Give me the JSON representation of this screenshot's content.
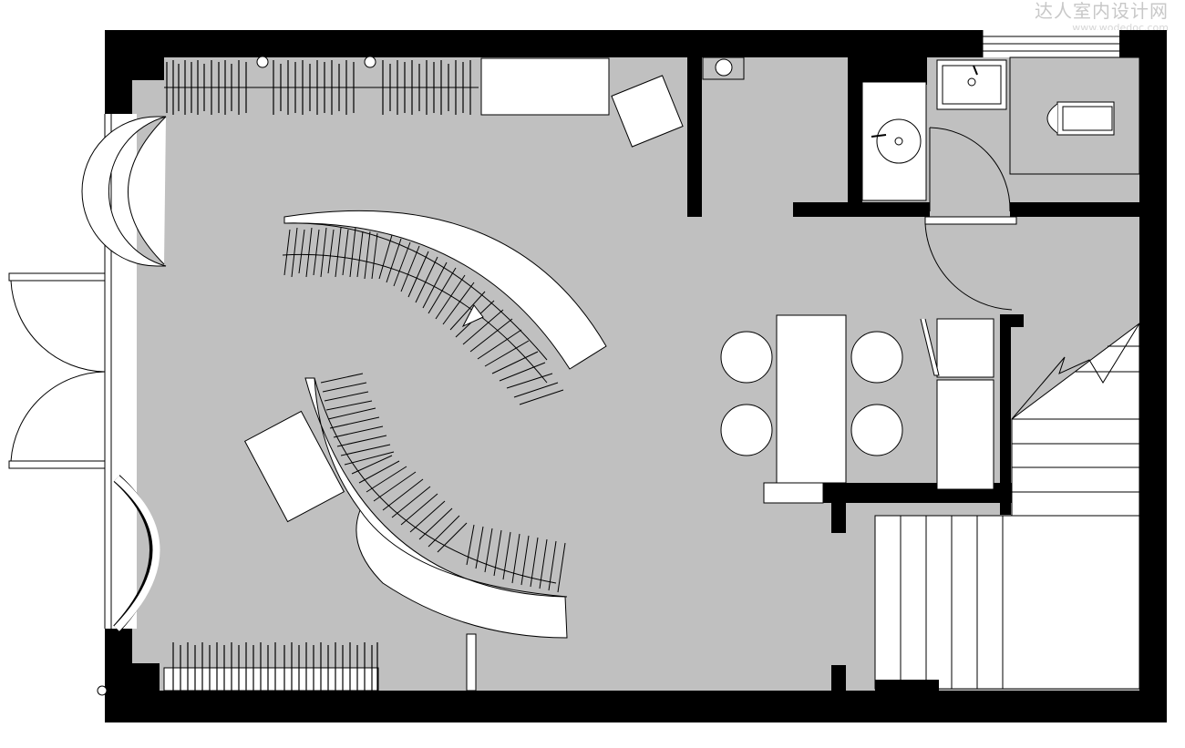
{
  "watermark": {
    "site_name": "达人室内设计网",
    "url": "www.wodedoc.com"
  },
  "plan": {
    "colors": {
      "wall": "#000000",
      "floor": "#c0c0c0",
      "fixture": "#ffffff",
      "line": "#000000"
    },
    "rooms": [
      "retail-floor",
      "storage-room",
      "washroom",
      "toilet-room",
      "staircase"
    ],
    "furniture": [
      "clothing-rail-top",
      "clothing-rail-bottom",
      "curved-display-rack-upper",
      "curved-display-rack-lower",
      "fitting-bench-top",
      "fitting-bench-left",
      "counter-table",
      "round-stool-x4",
      "wash-basin",
      "bathtub",
      "toilet"
    ]
  }
}
